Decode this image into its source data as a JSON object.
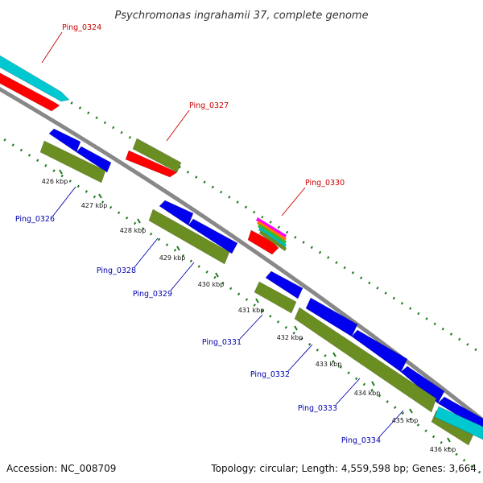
{
  "title": "Psychromonas ingrahamii 37, complete genome",
  "footer": {
    "accession": "Accession: NC_008709",
    "topology": "Topology: circular; Length: 4,559,598 bp; Genes: 3,664"
  },
  "colors": {
    "background": "#ffffff",
    "backbone": "#888888",
    "forward_label": "#cc0000",
    "reverse_label": "#0000aa",
    "cds_forward": "#ff0000",
    "cds_reverse": "#0000ee",
    "cog": "#6b8e23",
    "rna": "#00c8d0",
    "tick": "#1f7a1f"
  },
  "ticks": [
    {
      "label": "426 kbp"
    },
    {
      "label": "427 kbp"
    },
    {
      "label": "428 kbp"
    },
    {
      "label": "429 kbp"
    },
    {
      "label": "430 kbp"
    },
    {
      "label": "431 kbp"
    },
    {
      "label": "432 kbp"
    },
    {
      "label": "433 kbp"
    },
    {
      "label": "434 kbp"
    },
    {
      "label": "435 kbp"
    },
    {
      "label": "436 kbp"
    }
  ],
  "gene_labels": [
    {
      "text": "Ping_0324",
      "strand": "forward"
    },
    {
      "text": "Ping_0327",
      "strand": "forward"
    },
    {
      "text": "Ping_0330",
      "strand": "forward"
    },
    {
      "text": "Ping_0326",
      "strand": "reverse"
    },
    {
      "text": "Ping_0328",
      "strand": "reverse"
    },
    {
      "text": "Ping_0329",
      "strand": "reverse"
    },
    {
      "text": "Ping_0331",
      "strand": "reverse"
    },
    {
      "text": "Ping_0332",
      "strand": "reverse"
    },
    {
      "text": "Ping_0333",
      "strand": "reverse"
    },
    {
      "text": "Ping_0334",
      "strand": "reverse"
    }
  ]
}
